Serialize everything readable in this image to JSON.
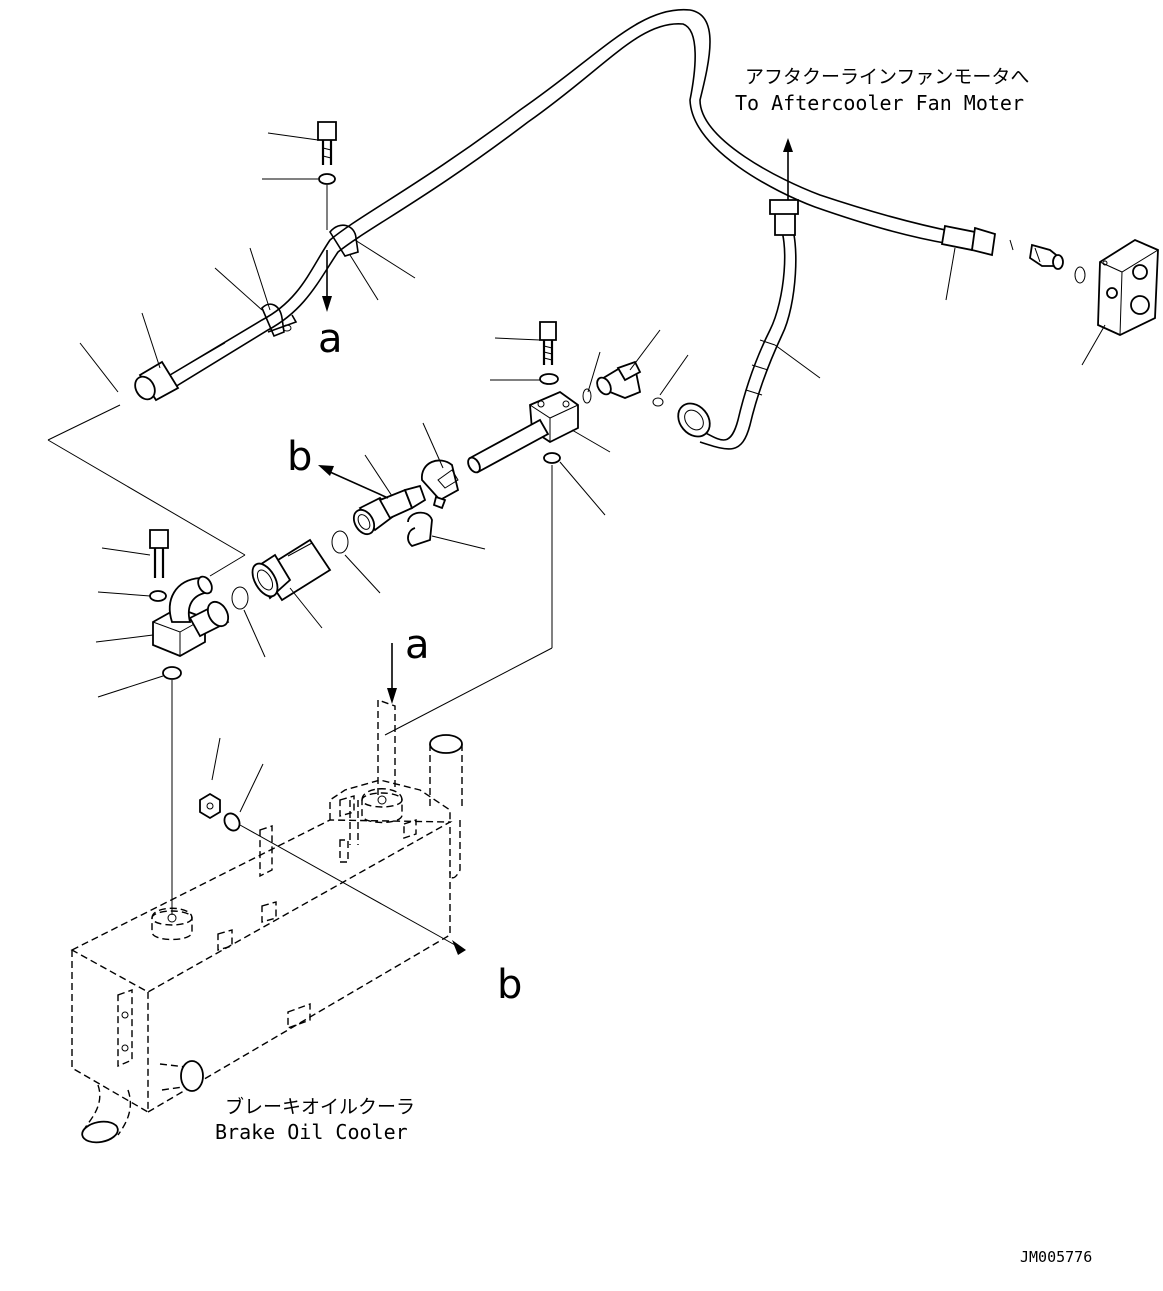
{
  "labels": {
    "aftercooler_jp": "アフタクーラインファンモータへ",
    "aftercooler_en": "To Aftercooler Fan Moter",
    "cooler_jp": "ブレーキオイルクーラ",
    "cooler_en": "Brake Oil Cooler",
    "ref_a_top": "a",
    "ref_a_bottom": "a",
    "ref_b_middle": "b",
    "ref_b_bottom": "b",
    "drawing_id": "JM005776"
  }
}
